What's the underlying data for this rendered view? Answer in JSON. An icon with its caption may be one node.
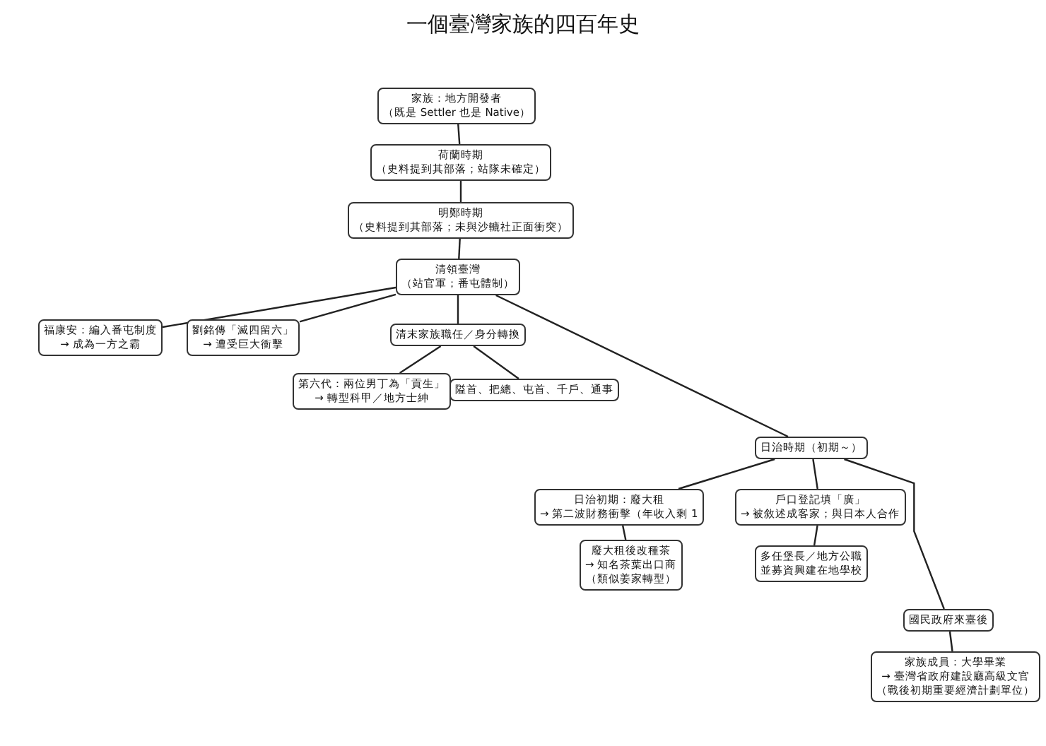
{
  "diagram": {
    "title": "一個臺灣家族的四百年史",
    "nodes": [
      {
        "text": [
          "家族：地方開發者（既是 Settler 也是 Native）"
        ]
      },
      {
        "text": [
          "荷蘭時期（史料提到其部落；站隊未確定）"
        ]
      },
      {
        "text": [
          "明鄭時期（史料提到其部落；未與沙轆社正面衝突）"
        ]
      },
      {
        "text": [
          "清領臺灣（站官軍；番屯體制）"
        ]
      },
      {
        "text": [
          "福康安：編入番屯制度→ 成為一方之霸"
        ]
      },
      {
        "text": [
          "劉銘傳「滅四留六」→ 遭受巨大衝擊"
        ]
      },
      {
        "text": [
          "清末家族職任／身分轉換"
        ]
      },
      {
        "text": [
          "第六代：兩位男丁為「貢生」→ 轉型科甲／地方士紳"
        ]
      },
      {
        "text": [
          "隘首、把總、屯首、千戶、通事"
        ]
      },
      {
        "text": [
          "日治時期（初期～）"
        ]
      },
      {
        "text": [
          "日治初期：廢大租→ 第二波財務衝擊（年收入剩 1"
        ]
      },
      {
        "text": [
          "戶口登記填「廣」→ 被敘述成客家；與日本人合作"
        ]
      },
      {
        "text": [
          "廢大租後改種茶→ 知名茶葉出口商（類似姜家轉型）"
        ]
      },
      {
        "text": [
          "多任堡長／地方公職並募資興建在地學校"
        ]
      },
      {
        "text": [
          "國民政府來臺後"
        ]
      },
      {
        "text": [
          "家族成員：大學畢業→ 臺灣省政府建設廳高級文官（戰後初期重要經濟計劃單位）"
        ]
      }
    ],
    "edges": [
      {
        "from": 0,
        "to": 1,
        "arrow": "none"
      },
      {
        "from": 1,
        "to": 2,
        "arrow": "none"
      },
      {
        "from": 2,
        "to": 3,
        "arrow": "none"
      },
      {
        "from": 3,
        "to": 4,
        "arrow": "none"
      },
      {
        "from": 3,
        "to": 5,
        "arrow": "none"
      },
      {
        "from": 3,
        "to": 6,
        "arrow": "none"
      },
      {
        "from": 3,
        "to": 9,
        "arrow": "none"
      },
      {
        "from": 6,
        "to": 7,
        "arrow": "none"
      },
      {
        "from": 6,
        "to": 8,
        "arrow": "none"
      },
      {
        "from": 9,
        "to": 10,
        "arrow": "none"
      },
      {
        "from": 9,
        "to": 11,
        "arrow": "none"
      },
      {
        "from": 9,
        "to": 14,
        "arrow": "none"
      },
      {
        "from": 10,
        "to": 12,
        "arrow": "none"
      },
      {
        "from": 11,
        "to": 13,
        "arrow": "none"
      },
      {
        "from": 14,
        "to": 15,
        "arrow": "none"
      }
    ]
  }
}
